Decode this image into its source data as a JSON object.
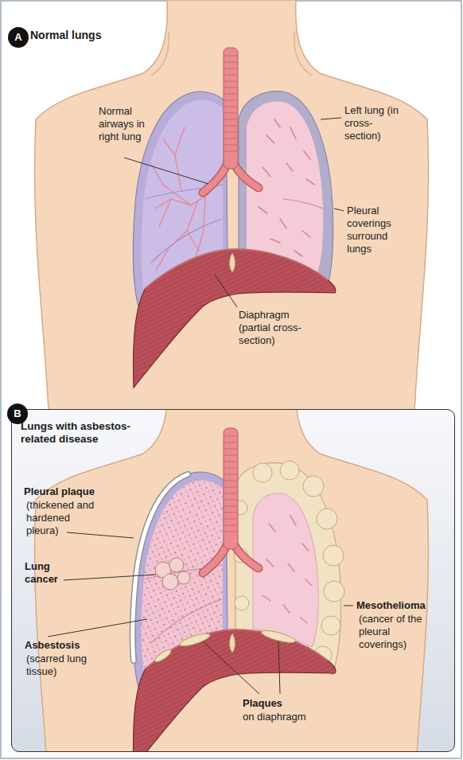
{
  "diagram": {
    "nodes": [
      {
        "text": [
          "A"
        ]
      },
      {
        "text": [
          "Lungs with asbestos-related disease"
        ]
      },
      {
        "text": [
          "B"
        ],
        "in": 1
      }
    ],
    "labels": [
      "Normal lungs",
      "Normal airways in right lung",
      "Left lung (in cross-section)",
      "Pleural coverings surround lungs",
      "Diaphragm (partial cross-section)",
      "Pleural plaque",
      "(thickened and hardened pleura)",
      "Lung cancer",
      "Asbestosis",
      "(scarred lung tissue)",
      "Mesothelioma",
      "(cancer of the pleural coverings)",
      "Plaques",
      "on diaphragm"
    ]
  }
}
